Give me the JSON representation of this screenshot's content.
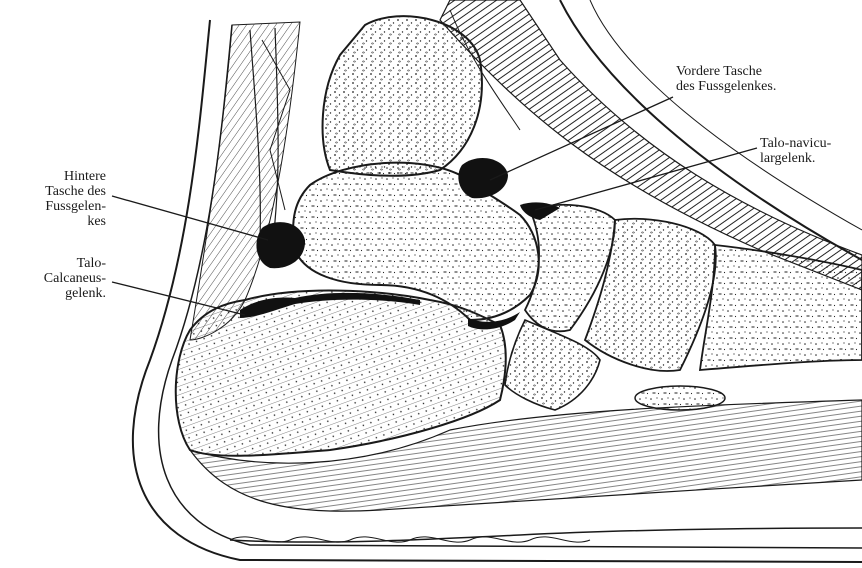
{
  "figure": {
    "description_colors": {
      "ink": "#1a1a1a",
      "paper": "#ffffff"
    }
  },
  "labels": {
    "vordere_tasche": [
      "Vordere Tasche",
      "des Fussgelenkes."
    ],
    "talo_navicular": [
      "Talo-navicu-",
      "largelenk."
    ],
    "hintere_tasche": [
      "Hintere",
      "Tasche des",
      "Fussgelen-",
      "kes"
    ],
    "talo_calcaneus": [
      "Talo-",
      "Calcaneus-",
      "gelenk."
    ]
  }
}
